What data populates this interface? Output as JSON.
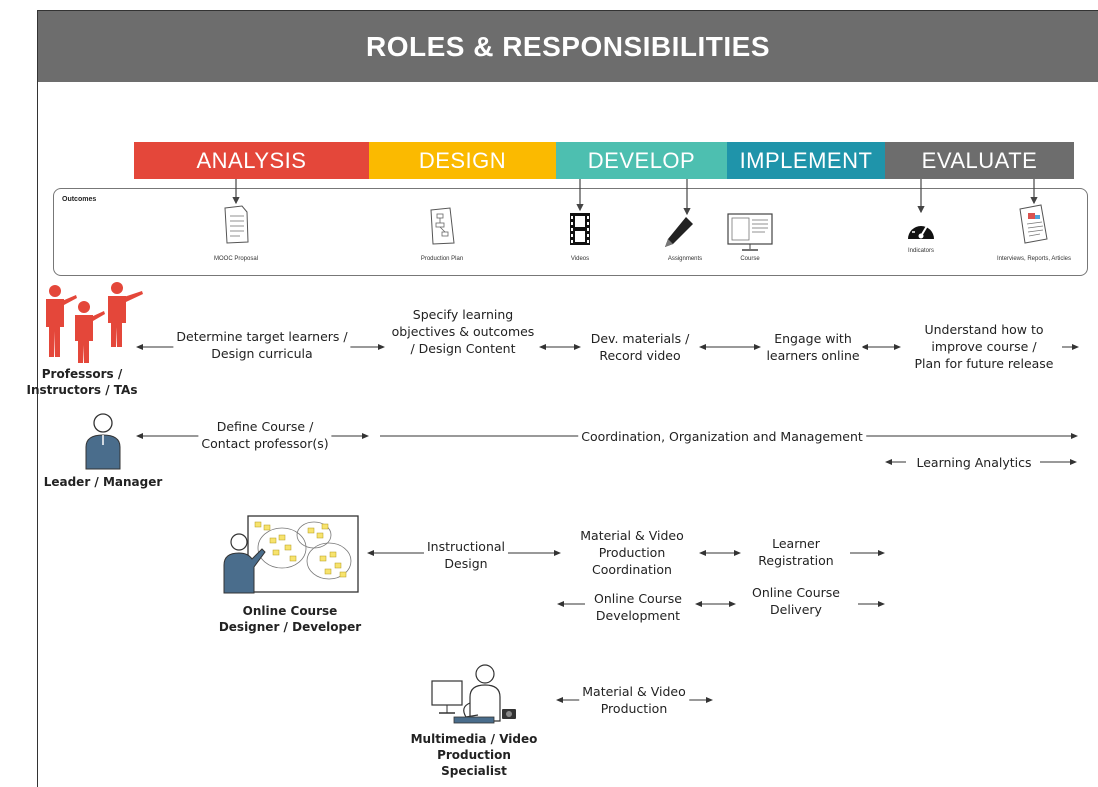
{
  "title": "ROLES & RESPONSIBILITIES",
  "phases": [
    {
      "label": "ANALYSIS",
      "color": "#e4473a"
    },
    {
      "label": "DESIGN",
      "color": "#fbba00"
    },
    {
      "label": "DEVELOP",
      "color": "#4dbfb0"
    },
    {
      "label": "IMPLEMENT",
      "color": "#1f94aa"
    },
    {
      "label": "EVALUATE",
      "color": "#6d6d6d"
    }
  ],
  "outcomes": {
    "label": "Outcomes",
    "items": [
      {
        "label": "MOOC Proposal",
        "icon": "document-icon"
      },
      {
        "label": "Production Plan",
        "icon": "flowchart-document-icon"
      },
      {
        "label": "Videos",
        "icon": "film-strip-icon"
      },
      {
        "label": "Assignments",
        "icon": "pencil-icon"
      },
      {
        "label": "Course",
        "icon": "monitor-icon"
      },
      {
        "label": "Indicators",
        "icon": "gauge-icon"
      },
      {
        "label": "Interviews, Reports, Articles",
        "icon": "report-icon"
      }
    ]
  },
  "roles": {
    "professors": {
      "label_line1": "Professors /",
      "label_line2": "Instructors / TAs",
      "icon": "people-presenting-icon",
      "color": "#e4473a"
    },
    "leader": {
      "label": "Leader / Manager",
      "icon": "person-icon",
      "color": "#4a6d8c"
    },
    "designer": {
      "label_line1": "Online Course",
      "label_line2": "Designer / Developer",
      "icon": "presenter-board-icon"
    },
    "multimedia": {
      "label_line1": "Multimedia / Video",
      "label_line2": "Production",
      "label_line3": "Specialist",
      "icon": "workstation-icon"
    }
  },
  "tasks": {
    "professors": [
      {
        "l1": "Determine target learners /",
        "l2": "Design curricula"
      },
      {
        "l1": "Specify learning",
        "l2": "objectives & outcomes",
        "l3": "/ Design Content"
      },
      {
        "l1": "Dev. materials /",
        "l2": "Record video"
      },
      {
        "l1": "Engage with",
        "l2": "learners online"
      },
      {
        "l1": "Understand how to",
        "l2": "improve course /",
        "l3": "Plan for future release"
      }
    ],
    "leader": [
      {
        "l1": "Define Course /",
        "l2": "Contact professor(s)"
      },
      {
        "l1": "Coordination, Organization and Management"
      },
      {
        "l1": "Learning Analytics"
      }
    ],
    "designer": [
      {
        "l1": "Instructional",
        "l2": "Design"
      },
      {
        "l1": "Material & Video",
        "l2": "Production",
        "l3": "Coordination"
      },
      {
        "l1": "Learner",
        "l2": "Registration"
      },
      {
        "l1": "Online Course",
        "l2": "Development"
      },
      {
        "l1": "Online Course",
        "l2": "Delivery"
      }
    ],
    "multimedia": [
      {
        "l1": "Material & Video",
        "l2": "Production"
      }
    ]
  }
}
